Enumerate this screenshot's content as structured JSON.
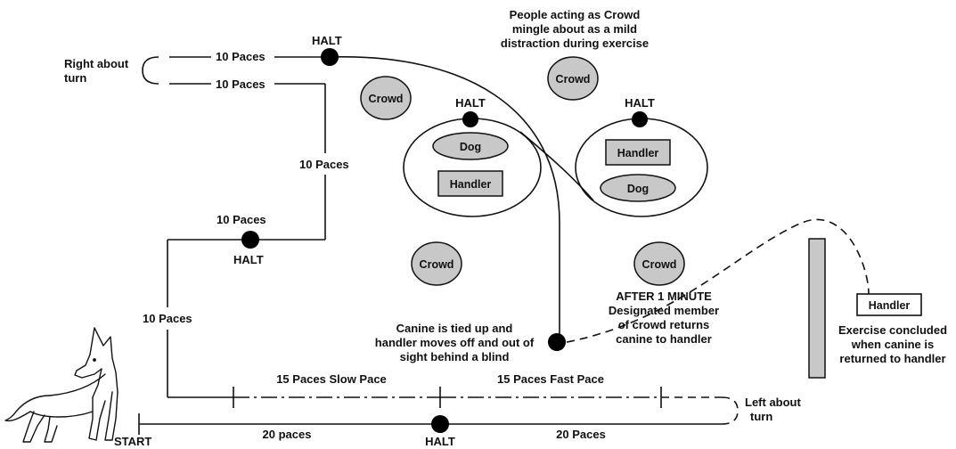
{
  "labels": {
    "right_about_turn_1": "Right about",
    "right_about_turn_2": "turn",
    "top_upper_paces": "10 Paces",
    "top_lower_paces": "10 Paces",
    "halt_top": "HALT",
    "crowd_note_1": "People acting as Crowd",
    "crowd_note_2": "mingle about as a mild",
    "crowd_note_3": "distraction during exercise",
    "crowd": "Crowd",
    "halt_left_oval": "HALT",
    "halt_right_oval": "HALT",
    "dog": "Dog",
    "handler": "Handler",
    "vertical_paces": "10 Paces",
    "mid_paces": "10 Paces",
    "halt_mid": "HALT",
    "left_vertical_paces": "10 Paces",
    "after_1": "AFTER 1 MINUTE",
    "after_2": "Designated member",
    "after_3": "of crowd returns",
    "after_4": "canine to handler",
    "tied_1": "Canine is tied up and",
    "tied_2": "handler moves off and out of",
    "tied_3": "sight behind a blind",
    "slow_pace": "15 Paces Slow Pace",
    "fast_pace": "15 Paces Fast Pace",
    "left_about_1": "Left about",
    "left_about_2": "turn",
    "start": "START",
    "twenty_paces_left": "20 paces",
    "halt_bottom": "HALT",
    "twenty_paces_right": "20 Paces",
    "handler_box": "Handler",
    "concluded_1": "Exercise concluded",
    "concluded_2": "when canine is",
    "concluded_3": "returned to handler"
  },
  "colors": {
    "shape_fill": "#c8c8c8",
    "ink": "#111111",
    "background": "#ffffff"
  },
  "icons": [
    "dog-illustration-icon",
    "halt-dot-icon"
  ]
}
